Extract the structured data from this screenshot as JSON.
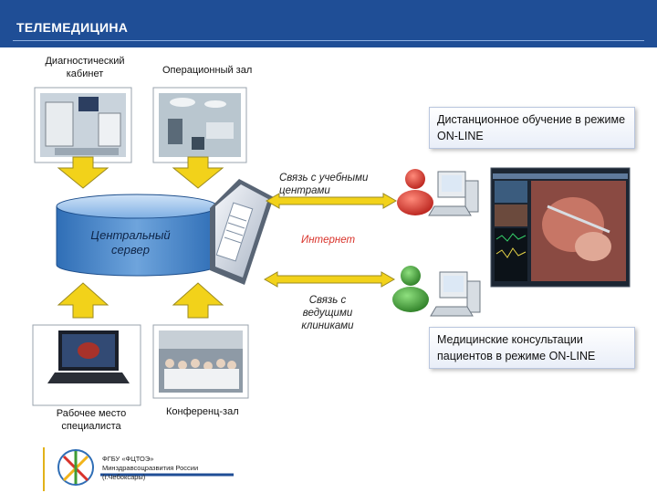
{
  "title": "ТЕЛЕМЕДИЦИНА",
  "nodes": {
    "diagnostic": "Диагностический кабинет",
    "operating": "Операционный зал",
    "server": "Центральный сервер",
    "workplace": "Рабочее место специалиста",
    "conference": "Конференц-зал"
  },
  "links": {
    "education_centers": "Связь с учебными центрами",
    "internet": "Интернет",
    "clinics": "Связь с ведущими клиниками"
  },
  "callouts": {
    "distance_learning": "Дистанционное обучение в режиме ON-LINE",
    "consultations": "Медицинские консультации пациентов в режиме ON-LINE"
  },
  "footer": {
    "line1": "ФГБУ «ФЦТОЭ»",
    "line2": "Минздравсоцразвития России",
    "line3": "(г.Чебоксары)"
  },
  "colors": {
    "header": "#1f4e96",
    "server": "#4d88cc",
    "arrow_yellow": "#f2d21a",
    "person_red": "#d9332b",
    "person_green": "#3f9c35"
  }
}
